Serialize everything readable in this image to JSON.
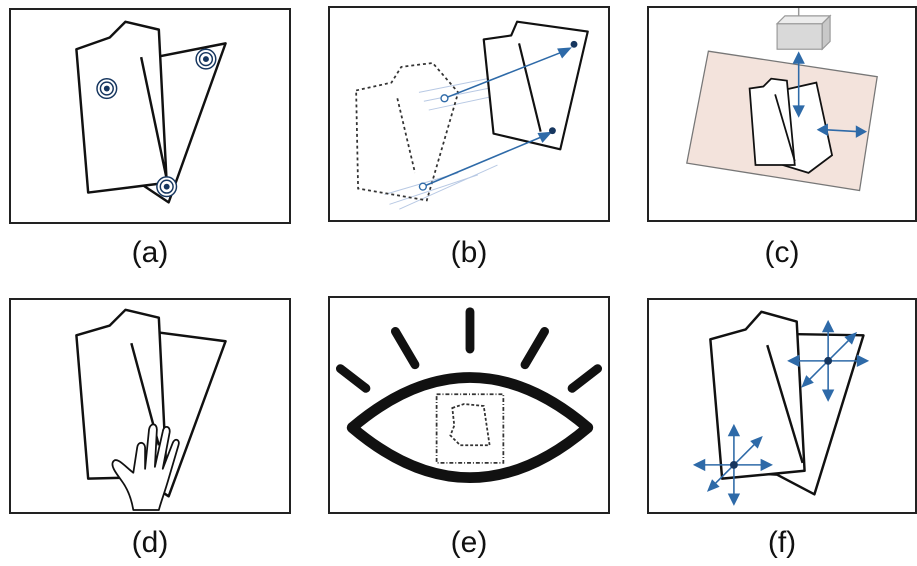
{
  "panels": [
    {
      "id": "a",
      "caption": "(a)"
    },
    {
      "id": "b",
      "caption": "(b)"
    },
    {
      "id": "c",
      "caption": "(c)"
    },
    {
      "id": "d",
      "caption": "(d)"
    },
    {
      "id": "e",
      "caption": "(e)"
    },
    {
      "id": "f",
      "caption": "(f)"
    }
  ],
  "colors": {
    "outline": "#111111",
    "arrow": "#2e6aa8",
    "marker": "#16365f",
    "table": "#f3e3dc",
    "device": "#d9d9d9",
    "hint": "#b8c9e4"
  }
}
